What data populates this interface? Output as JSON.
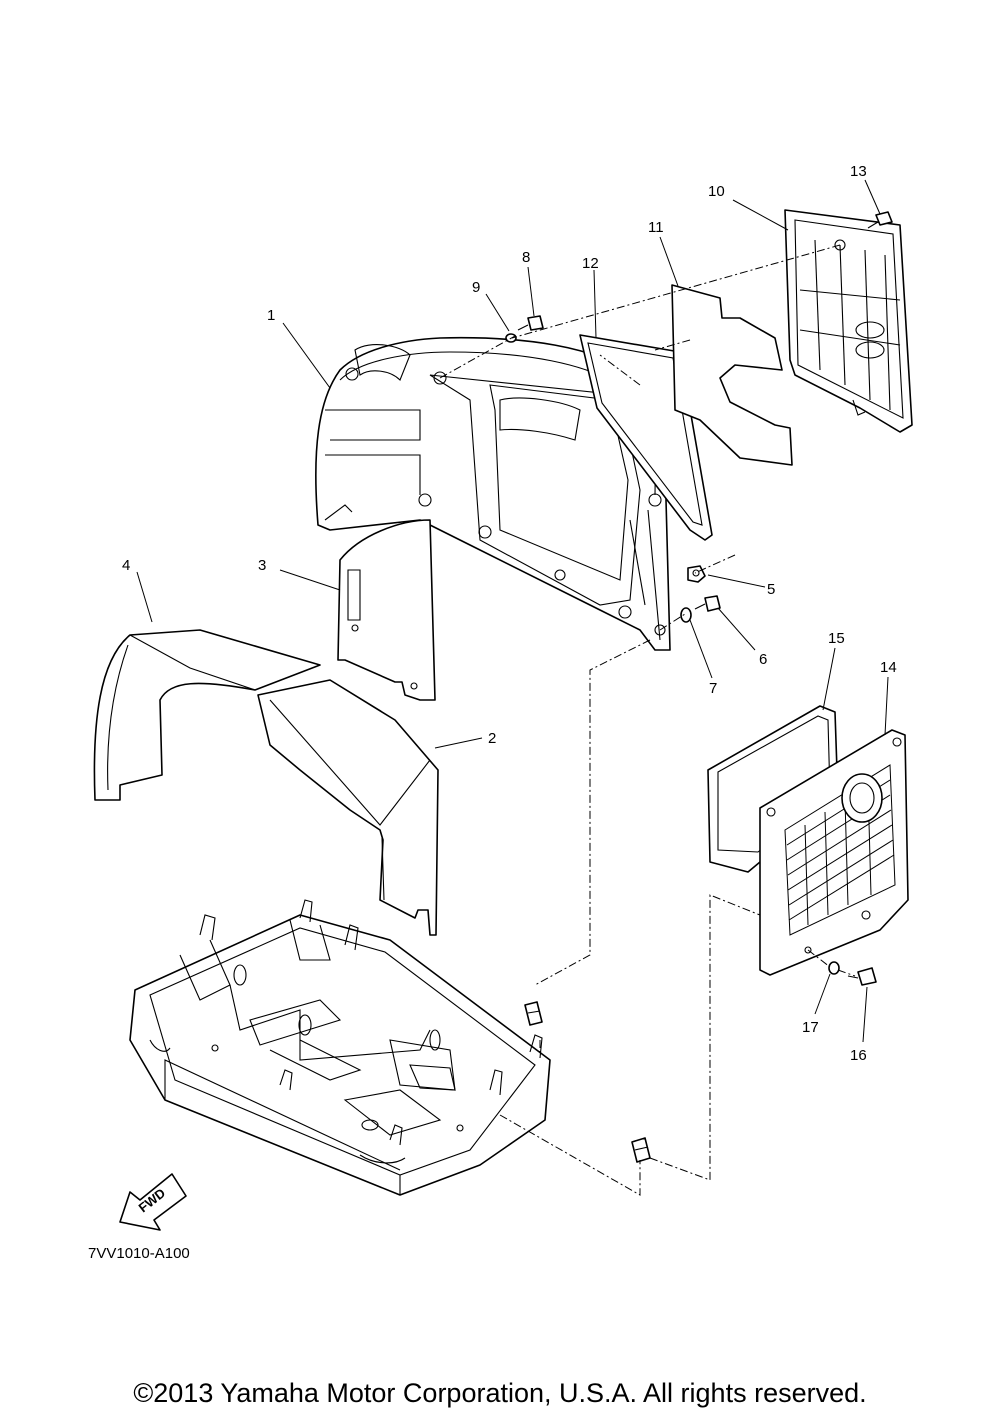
{
  "callouts": {
    "c1": "1",
    "c2": "2",
    "c3": "3",
    "c4": "4",
    "c5": "5",
    "c6": "6",
    "c7": "7",
    "c8": "8",
    "c9": "9",
    "c10": "10",
    "c11": "11",
    "c12": "12",
    "c13": "13",
    "c14": "14",
    "c15": "15",
    "c16": "16",
    "c17": "17"
  },
  "fwd_label": "FWD",
  "diagram_code": "7VV1010-A100",
  "copyright": "©2013 Yamaha Motor Corporation, U.S.A. All rights reserved."
}
